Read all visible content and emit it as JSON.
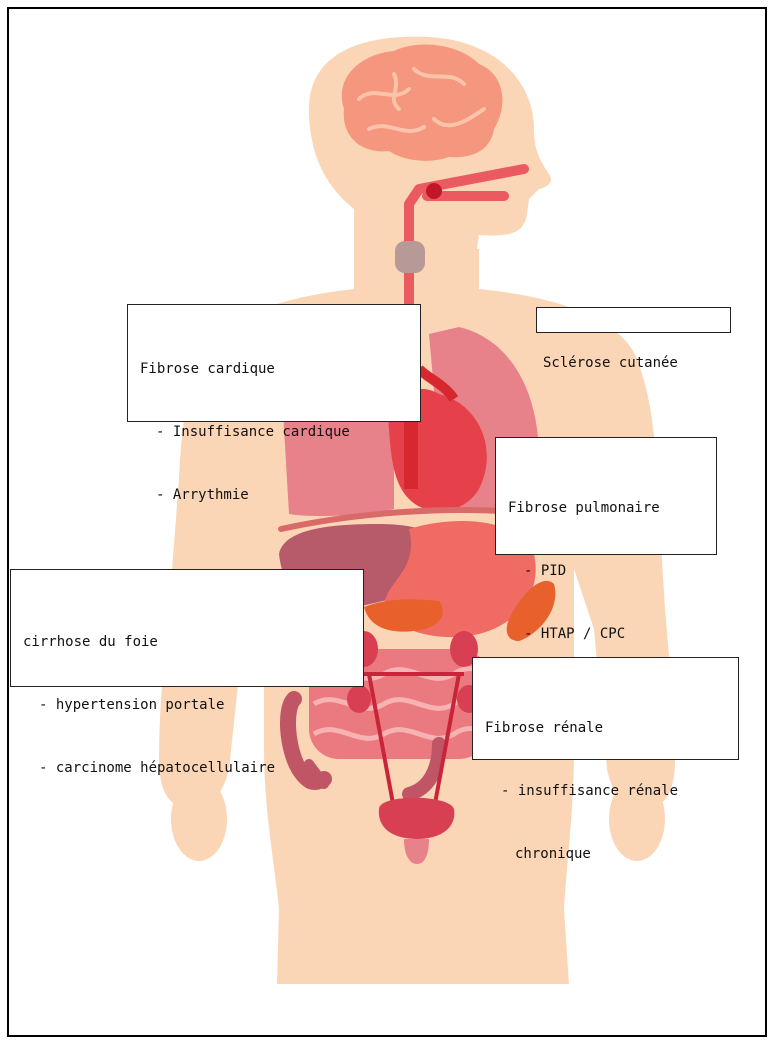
{
  "labels": {
    "cardiac": {
      "title": "Fibrose cardique",
      "items": [
        "- Insuffisance cardique",
        "- Arrythmie"
      ]
    },
    "skin": {
      "title": "Sclérose cutanée"
    },
    "pulmonary": {
      "title": "Fibrose pulmonaire",
      "items": [
        "- PID",
        "- HTAP / CPC"
      ]
    },
    "liver": {
      "title": "cirrhose du foie",
      "items": [
        "- hypertension portale",
        "- carcinome hépatocellulaire"
      ]
    },
    "renal": {
      "title": "Fibrose rénale",
      "items": [
        "- insuffisance rénale",
        "chronique"
      ]
    }
  },
  "colors": {
    "skin": "#fbd6b6",
    "brain": "#f5967e",
    "lungs": "#e8828a",
    "heart": "#e6404a",
    "liver": "#b75a6a",
    "stomach": "#f06b64",
    "spleen": "#e8602c",
    "intestine": "#ea7a80",
    "bladder": "#d83f52",
    "vessel": "#ea5a5e",
    "diaphragm": "#d86a6a"
  }
}
